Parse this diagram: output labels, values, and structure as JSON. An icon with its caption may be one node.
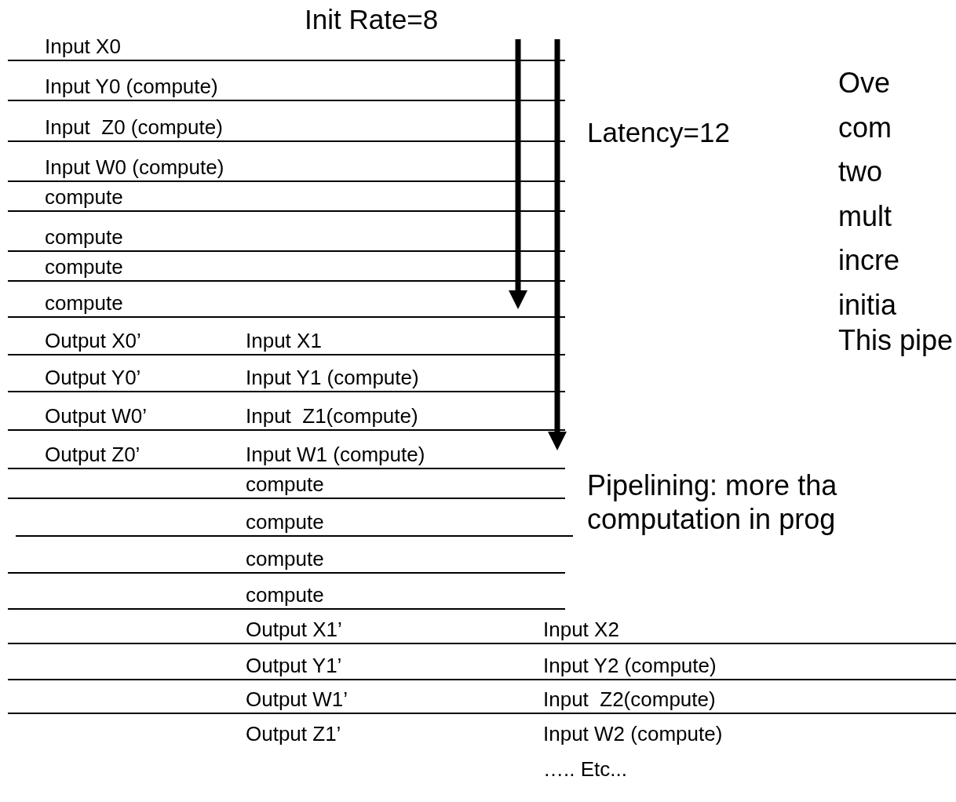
{
  "diagram": {
    "labels": [
      "Init Rate=8",
      "Input X0",
      "Input Y0 (compute)",
      "Input  Z0 (compute)",
      "Input W0 (compute)",
      "compute",
      "compute",
      "compute",
      "compute",
      "Output X0’",
      "Input X1",
      "Output Y0’",
      "Input Y1 (compute)",
      "Output W0’",
      "Input  Z1(compute)",
      "Output Z0’",
      "Input W1 (compute)",
      "compute",
      "compute",
      "compute",
      "compute",
      "Output X1’",
      "Input X2",
      "Output Y1’",
      "Input Y2 (compute)",
      "Output W1’",
      "Input  Z2(compute)",
      "Output Z1’",
      "Input W2 (compute)",
      "….. Etc...",
      "Latency=12",
      "Ove com two mult incre initia",
      "This pipe",
      "Pipelining: more tha computation in prog"
    ]
  }
}
